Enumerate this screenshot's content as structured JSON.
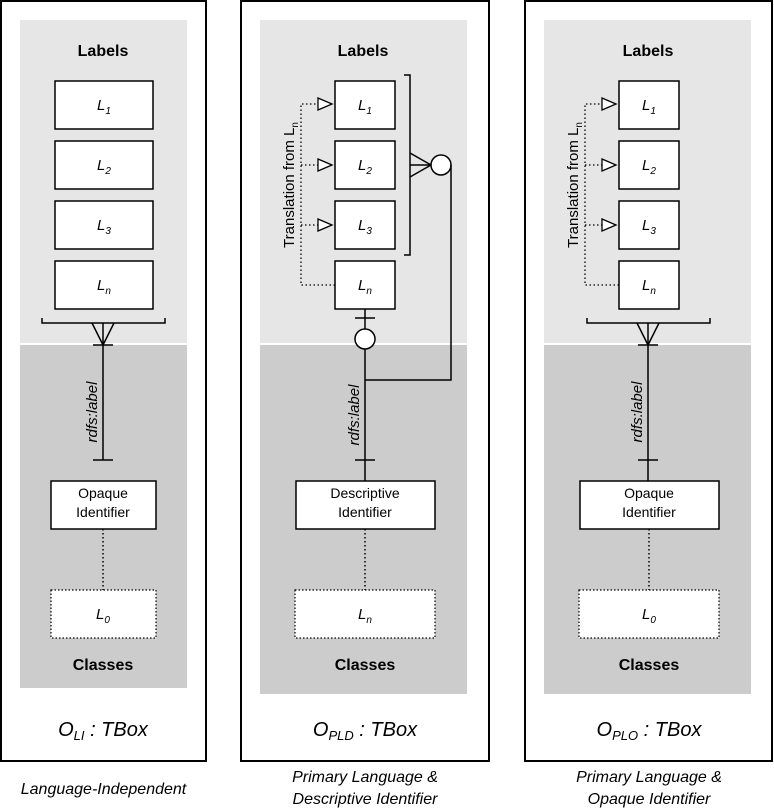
{
  "panels": [
    {
      "labels_heading": "Labels",
      "classes_heading": "Classes",
      "labels": [
        {
          "base": "L",
          "sub": "1"
        },
        {
          "base": "L",
          "sub": "2"
        },
        {
          "base": "L",
          "sub": "3"
        },
        {
          "base": "L",
          "sub": "n"
        }
      ],
      "relation": "rdfs:label",
      "identifier": [
        "Opaque",
        "Identifier"
      ],
      "class_label": {
        "base": "L",
        "sub": "0"
      },
      "tbox": {
        "base": "O",
        "sub": "LI",
        "suffix": " : TBox"
      },
      "caption": [
        "Language-Independent"
      ]
    },
    {
      "labels_heading": "Labels",
      "classes_heading": "Classes",
      "translation": {
        "text": "Translation from L",
        "sub": "n"
      },
      "labels": [
        {
          "base": "L",
          "sub": "1"
        },
        {
          "base": "L",
          "sub": "2"
        },
        {
          "base": "L",
          "sub": "3"
        },
        {
          "base": "L",
          "sub": "n"
        }
      ],
      "relation": "rdfs:label",
      "identifier": [
        "Descriptive",
        "Identifier"
      ],
      "class_label": {
        "base": "L",
        "sub": "n"
      },
      "tbox": {
        "base": "O",
        "sub": "PLD",
        "suffix": " : TBox"
      },
      "caption": [
        "Primary Language &",
        "Descriptive Identifier"
      ]
    },
    {
      "labels_heading": "Labels",
      "classes_heading": "Classes",
      "translation": {
        "text": "Translation from L",
        "sub": "n"
      },
      "labels": [
        {
          "base": "L",
          "sub": "1"
        },
        {
          "base": "L",
          "sub": "2"
        },
        {
          "base": "L",
          "sub": "3"
        },
        {
          "base": "L",
          "sub": "n"
        }
      ],
      "relation": "rdfs:label",
      "identifier": [
        "Opaque",
        "Identifier"
      ],
      "class_label": {
        "base": "L",
        "sub": "0"
      },
      "tbox": {
        "base": "O",
        "sub": "PLO",
        "suffix": " : TBox"
      },
      "caption": [
        "Primary Language &",
        "Opaque Identifier"
      ]
    }
  ]
}
